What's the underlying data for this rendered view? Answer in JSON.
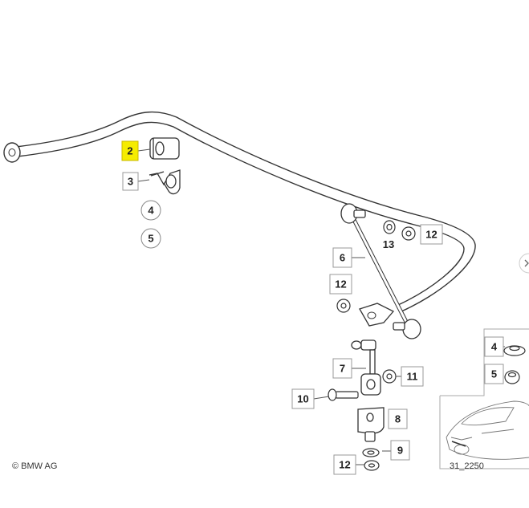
{
  "diagram": {
    "copyright": "© BMW AG",
    "diagram_code": "31_2250",
    "highlight_color": "#f5ec00",
    "callouts": [
      {
        "id": "2",
        "highlighted": true
      },
      {
        "id": "3"
      },
      {
        "id": "4"
      },
      {
        "id": "5"
      },
      {
        "id": "6"
      },
      {
        "id": "7"
      },
      {
        "id": "8"
      },
      {
        "id": "9"
      },
      {
        "id": "10"
      },
      {
        "id": "11"
      },
      {
        "id": "12"
      },
      {
        "id": "13"
      }
    ],
    "inset_callouts": [
      "4",
      "5"
    ]
  }
}
